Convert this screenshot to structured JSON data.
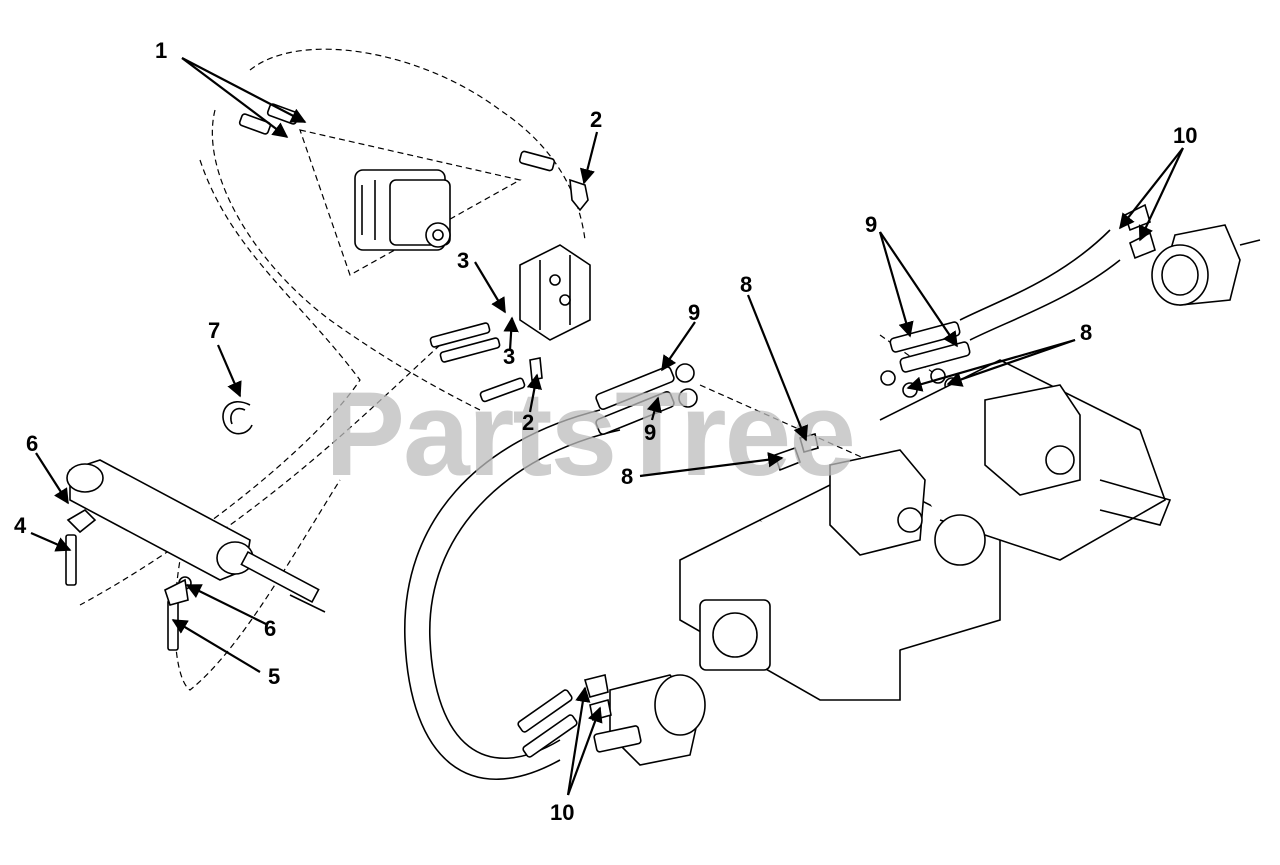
{
  "diagram": {
    "watermark": "PartsTree",
    "callouts": [
      {
        "id": "c1",
        "text": "1"
      },
      {
        "id": "c2a",
        "text": "2"
      },
      {
        "id": "c2b",
        "text": "2"
      },
      {
        "id": "c3a",
        "text": "3"
      },
      {
        "id": "c3b",
        "text": "3"
      },
      {
        "id": "c4",
        "text": "4"
      },
      {
        "id": "c5",
        "text": "5"
      },
      {
        "id": "c6a",
        "text": "6"
      },
      {
        "id": "c6b",
        "text": "6"
      },
      {
        "id": "c7",
        "text": "7"
      },
      {
        "id": "c8a",
        "text": "8"
      },
      {
        "id": "c8b",
        "text": "8"
      },
      {
        "id": "c8c",
        "text": "8"
      },
      {
        "id": "c9a",
        "text": "9"
      },
      {
        "id": "c9b",
        "text": "9"
      },
      {
        "id": "c9c",
        "text": "9"
      },
      {
        "id": "c10a",
        "text": "10"
      },
      {
        "id": "c10b",
        "text": "10"
      }
    ]
  }
}
